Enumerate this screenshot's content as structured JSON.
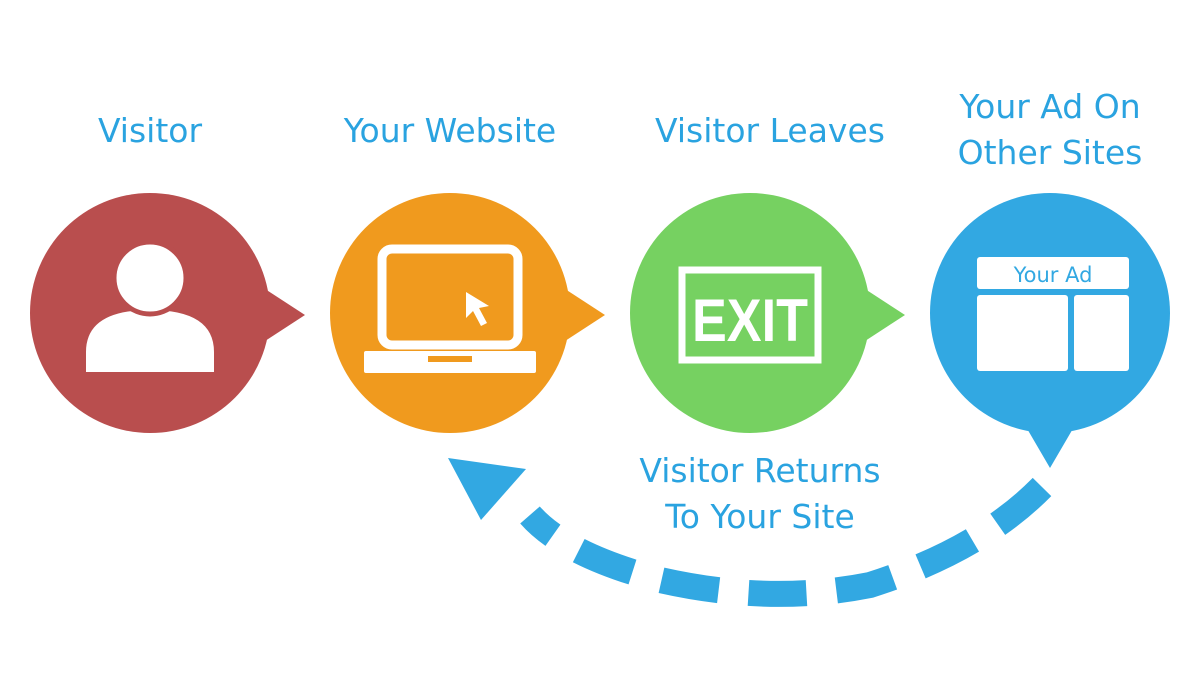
{
  "colors": {
    "label": "#2aa3e0",
    "visitor": "#b94e4e",
    "website": "#f09a1e",
    "leaves": "#76d161",
    "ad": "#32a8e2",
    "return_arrow": "#32a8e2"
  },
  "steps": [
    {
      "label_lines": [
        "Visitor"
      ],
      "icon": "person-icon"
    },
    {
      "label_lines": [
        "Your Website"
      ],
      "icon": "laptop-icon"
    },
    {
      "label_lines": [
        "Visitor Leaves"
      ],
      "icon": "exit-sign-icon",
      "icon_text": "EXIT"
    },
    {
      "label_lines": [
        "Your Ad On",
        "Other Sites"
      ],
      "icon": "webpage-ad-icon",
      "icon_text": "Your Ad"
    }
  ],
  "return_label_lines": [
    "Visitor Returns",
    "To Your Site"
  ]
}
